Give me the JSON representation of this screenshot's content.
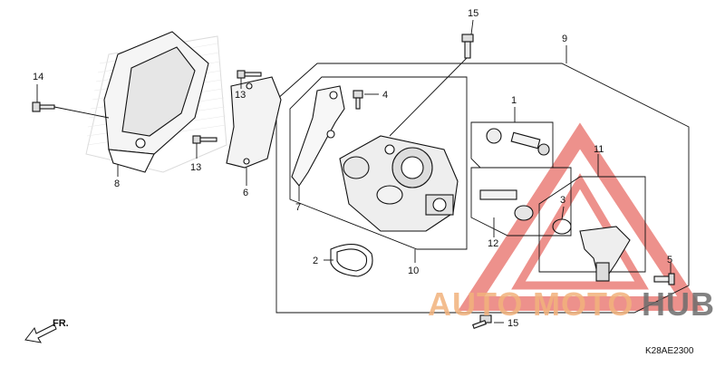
{
  "diagram": {
    "callouts": {
      "c1": "1",
      "c2": "2",
      "c3": "3",
      "c4": "4",
      "c5": "5",
      "c6": "6",
      "c7": "7",
      "c8": "8",
      "c9": "9",
      "c10": "10",
      "c11": "11",
      "c12": "12",
      "c13a": "13",
      "c13b": "13",
      "c14": "14",
      "c15a": "15",
      "c15b": "15"
    },
    "front_label": "FR.",
    "diagram_code": "K28AE2300"
  },
  "watermark": {
    "part1": "AUTO",
    "part2": "MOTO",
    "part3": "HUB",
    "accent_color": "#e0392f",
    "secondary_color": "#f2b27c",
    "dark_color": "#6d6d6d"
  }
}
